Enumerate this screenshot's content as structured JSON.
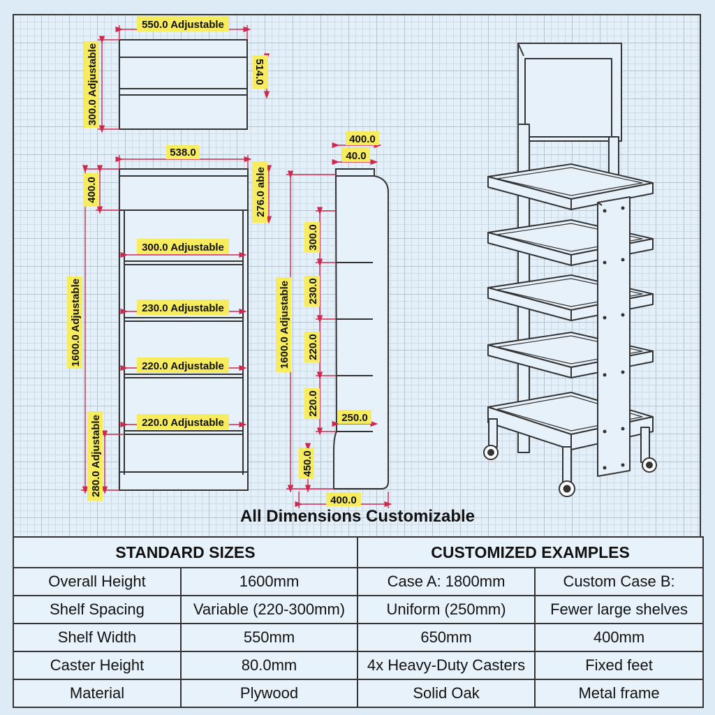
{
  "drawing": {
    "top_view": {
      "width_label": "550.0 Adjustable",
      "depth_label": "300.0 Adjustable",
      "right_label": "514.0"
    },
    "front_view": {
      "width_label": "538.0",
      "header_height_label": "400.0",
      "header_right_label": "276.0 able",
      "height_label": "1600.0 Adjustable",
      "shelf_labels": [
        "300.0 Adjustable",
        "230.0 Adjustable",
        "220.0 Adjustable",
        "220.0 Adjustable"
      ],
      "caster_label": "280.0 Adjustable"
    },
    "side_view": {
      "depth_top_label": "400.0",
      "lip_label": "40.0",
      "height_label": "1600.0 Adjustable",
      "spacing_labels": [
        "300.0",
        "230.0",
        "220.0",
        "220.0"
      ],
      "bottom_shelf_label": "250.0",
      "base_height_label": "450.0",
      "depth_bottom_label": "400.0"
    },
    "caption": "All Dimensions Customizable"
  },
  "colors": {
    "dimension_line": "#d0284c",
    "label_fill": "#f7ec5e",
    "outline": "#333333"
  },
  "table": {
    "headers": [
      "STANDARD SIZES",
      "CUSTOMIZED EXAMPLES"
    ],
    "rows": [
      [
        "Overall Height",
        "1600mm",
        "Case A: 1800mm",
        "Custom Case B:"
      ],
      [
        "Shelf Spacing",
        "Variable (220-300mm)",
        "Uniform (250mm)",
        "Fewer large shelves"
      ],
      [
        "Shelf Width",
        "550mm",
        "650mm",
        "400mm"
      ],
      [
        "Caster Height",
        "80.0mm",
        "4x Heavy-Duty Casters",
        "Fixed feet"
      ],
      [
        "Material",
        "Plywood",
        "Solid Oak",
        "Metal frame"
      ]
    ]
  }
}
